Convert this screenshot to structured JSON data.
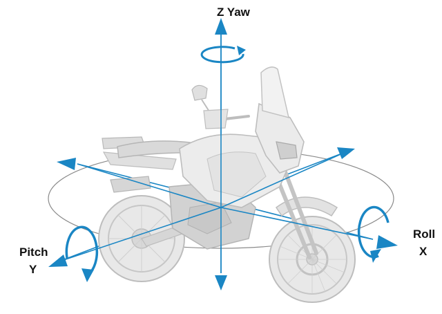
{
  "labels": {
    "z_axis": "Z Yaw",
    "roll": "Roll",
    "x_axis": "X",
    "pitch": "Pitch",
    "y_axis": "Y"
  },
  "colors": {
    "axis": "#1a86c4",
    "ring": "#8a8a8a",
    "bike_body": "#e6e6e6",
    "bike_outline": "#bdbdbd",
    "bike_dark": "#c9c9c9",
    "text": "#111111"
  }
}
